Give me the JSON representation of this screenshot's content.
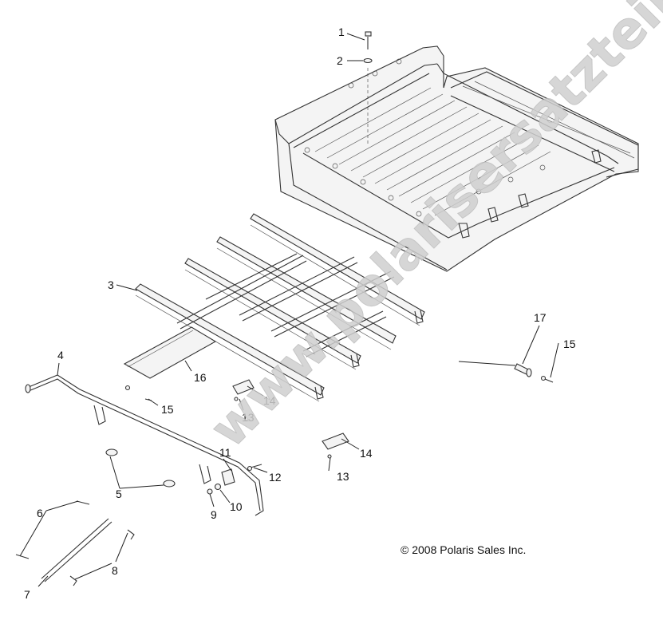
{
  "copyright": "© 2008 Polaris Sales Inc.",
  "watermark": "www.polarisersatzteile.de",
  "callouts": {
    "c1": "1",
    "c2": "2",
    "c3": "3",
    "c4": "4",
    "c5": "5",
    "c6": "6",
    "c7": "7",
    "c8": "8",
    "c9": "9",
    "c10": "10",
    "c11": "11",
    "c12": "12",
    "c13a": "13",
    "c13b": "13",
    "c14a": "14",
    "c14b": "14",
    "c15a": "15",
    "c15b": "15",
    "c16": "16",
    "c17": "17"
  },
  "colors": {
    "line": "#333333",
    "watermark": "#cfcfcf"
  }
}
